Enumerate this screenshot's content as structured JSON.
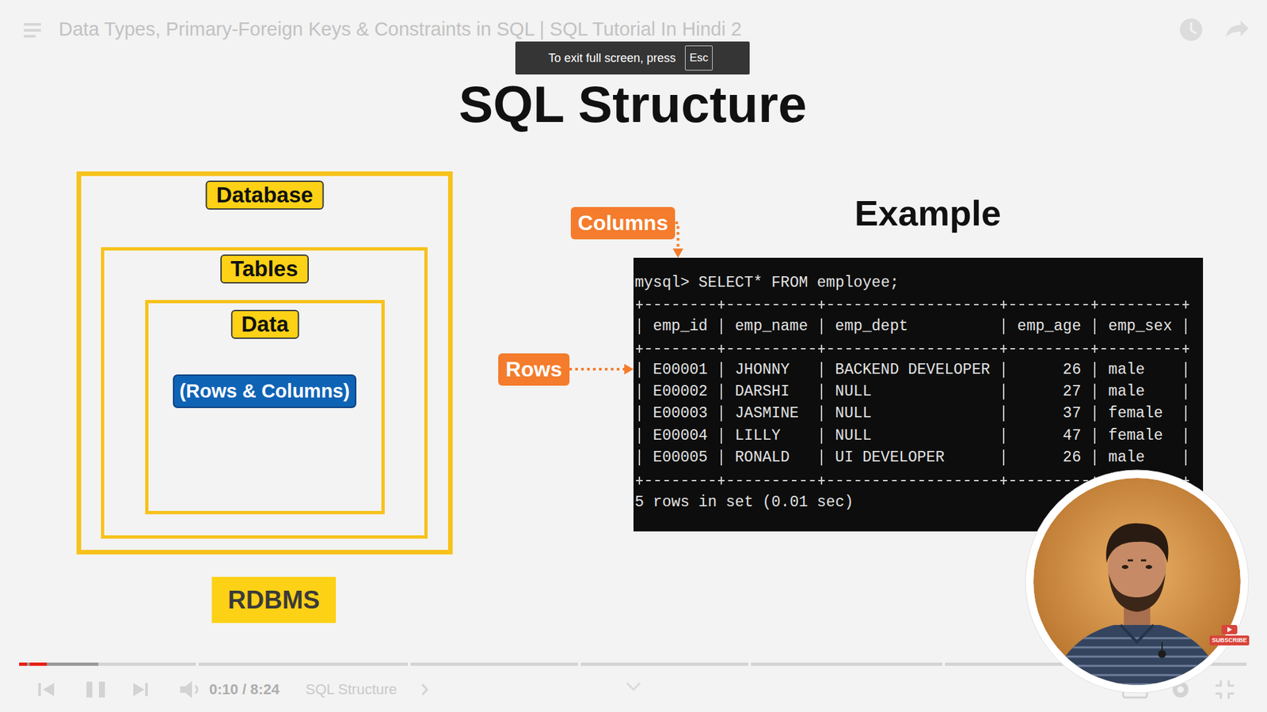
{
  "diagram": {
    "title": "SQL Structure",
    "nodes": [
      {
        "text": [
          "Database"
        ]
      },
      {
        "text": [
          "Tables"
        ],
        "in": 0
      },
      {
        "text": [
          "Data"
        ],
        "in": 1
      },
      {
        "text": [
          "(Rows & Columns)"
        ],
        "in": 2
      },
      {
        "text": [
          "RDBMS"
        ]
      },
      {
        "text": [
          "Columns"
        ]
      },
      {
        "text": [
          "Rows"
        ]
      },
      {
        "text": [
          "mysql> SELECT* FROM employee;",
          "5 rows in set (0.01 sec)"
        ]
      }
    ],
    "edges": [
      {
        "from": 5,
        "to": 7,
        "arrow": "to"
      },
      {
        "from": 6,
        "to": 7,
        "arrow": "to"
      }
    ],
    "labels": [
      "Data Types, Primary-Foreign Keys & Constraints in SQL | SQL Tutorial In Hindi 2",
      "To exit full screen, press",
      "Esc",
      "Example",
      "emp_id",
      "emp_name",
      "emp_dept",
      "emp_age",
      "emp_sex",
      "E00001",
      "JHONNY",
      "BACKEND DEVELOPER",
      "26",
      "male",
      "E00002",
      "DARSHI",
      "NULL",
      "27",
      "male",
      "E00003",
      "JASMINE",
      "NULL",
      "37",
      "female",
      "E00004",
      "LILLY",
      "NULL",
      "47",
      "female",
      "E00005",
      "RONALD",
      "UI DEVELOPER",
      "26",
      "male",
      "SUBSCRIBE",
      "0:10 / 8:24",
      "SQL Structure"
    ]
  }
}
